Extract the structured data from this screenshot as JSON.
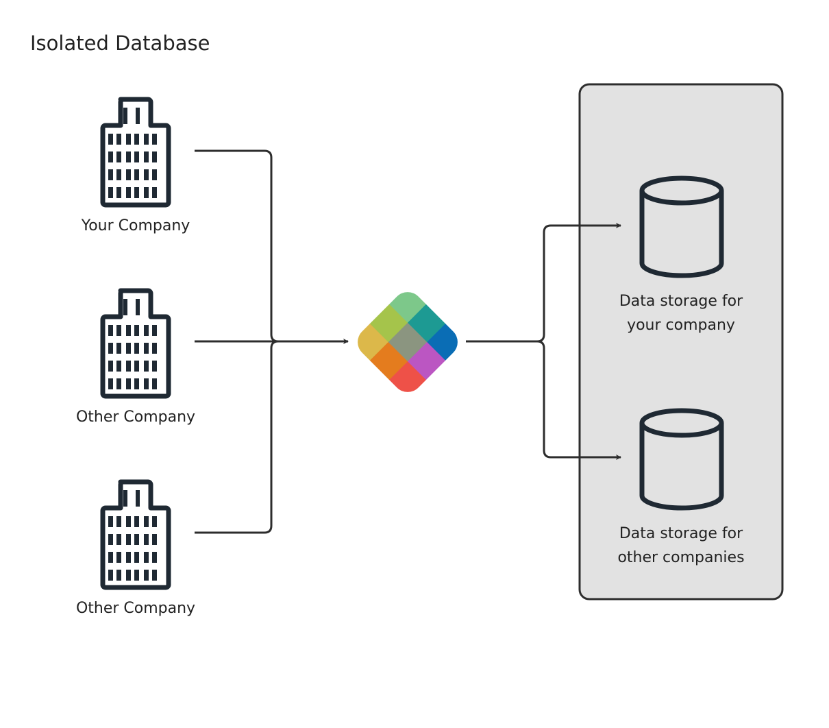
{
  "title": "Isolated Database",
  "colors": {
    "stroke": "#2d2d2d",
    "icon": "#1f2933",
    "group_fill": "#e2e2e2",
    "background": "#ffffff"
  },
  "companies": [
    {
      "label": "Your Company",
      "icon": "office-building-icon"
    },
    {
      "label": "Other Company",
      "icon": "office-building-icon"
    },
    {
      "label": "Other Company",
      "icon": "office-building-icon"
    }
  ],
  "hub": {
    "icon": "colorful-diamond-logo-icon",
    "tile_colors": [
      "#7dc88a",
      "#1d9a93",
      "#0a6db5",
      "#a5c44b",
      "#8b9580",
      "#bb56c2",
      "#dcb84a",
      "#e47c1e",
      "#ee5148"
    ]
  },
  "storages": [
    {
      "label_line1": "Data storage for",
      "label_line2": "your company",
      "icon": "database-cylinder-icon"
    },
    {
      "label_line1": "Data storage for",
      "label_line2": "other companies",
      "icon": "database-cylinder-icon"
    }
  ]
}
